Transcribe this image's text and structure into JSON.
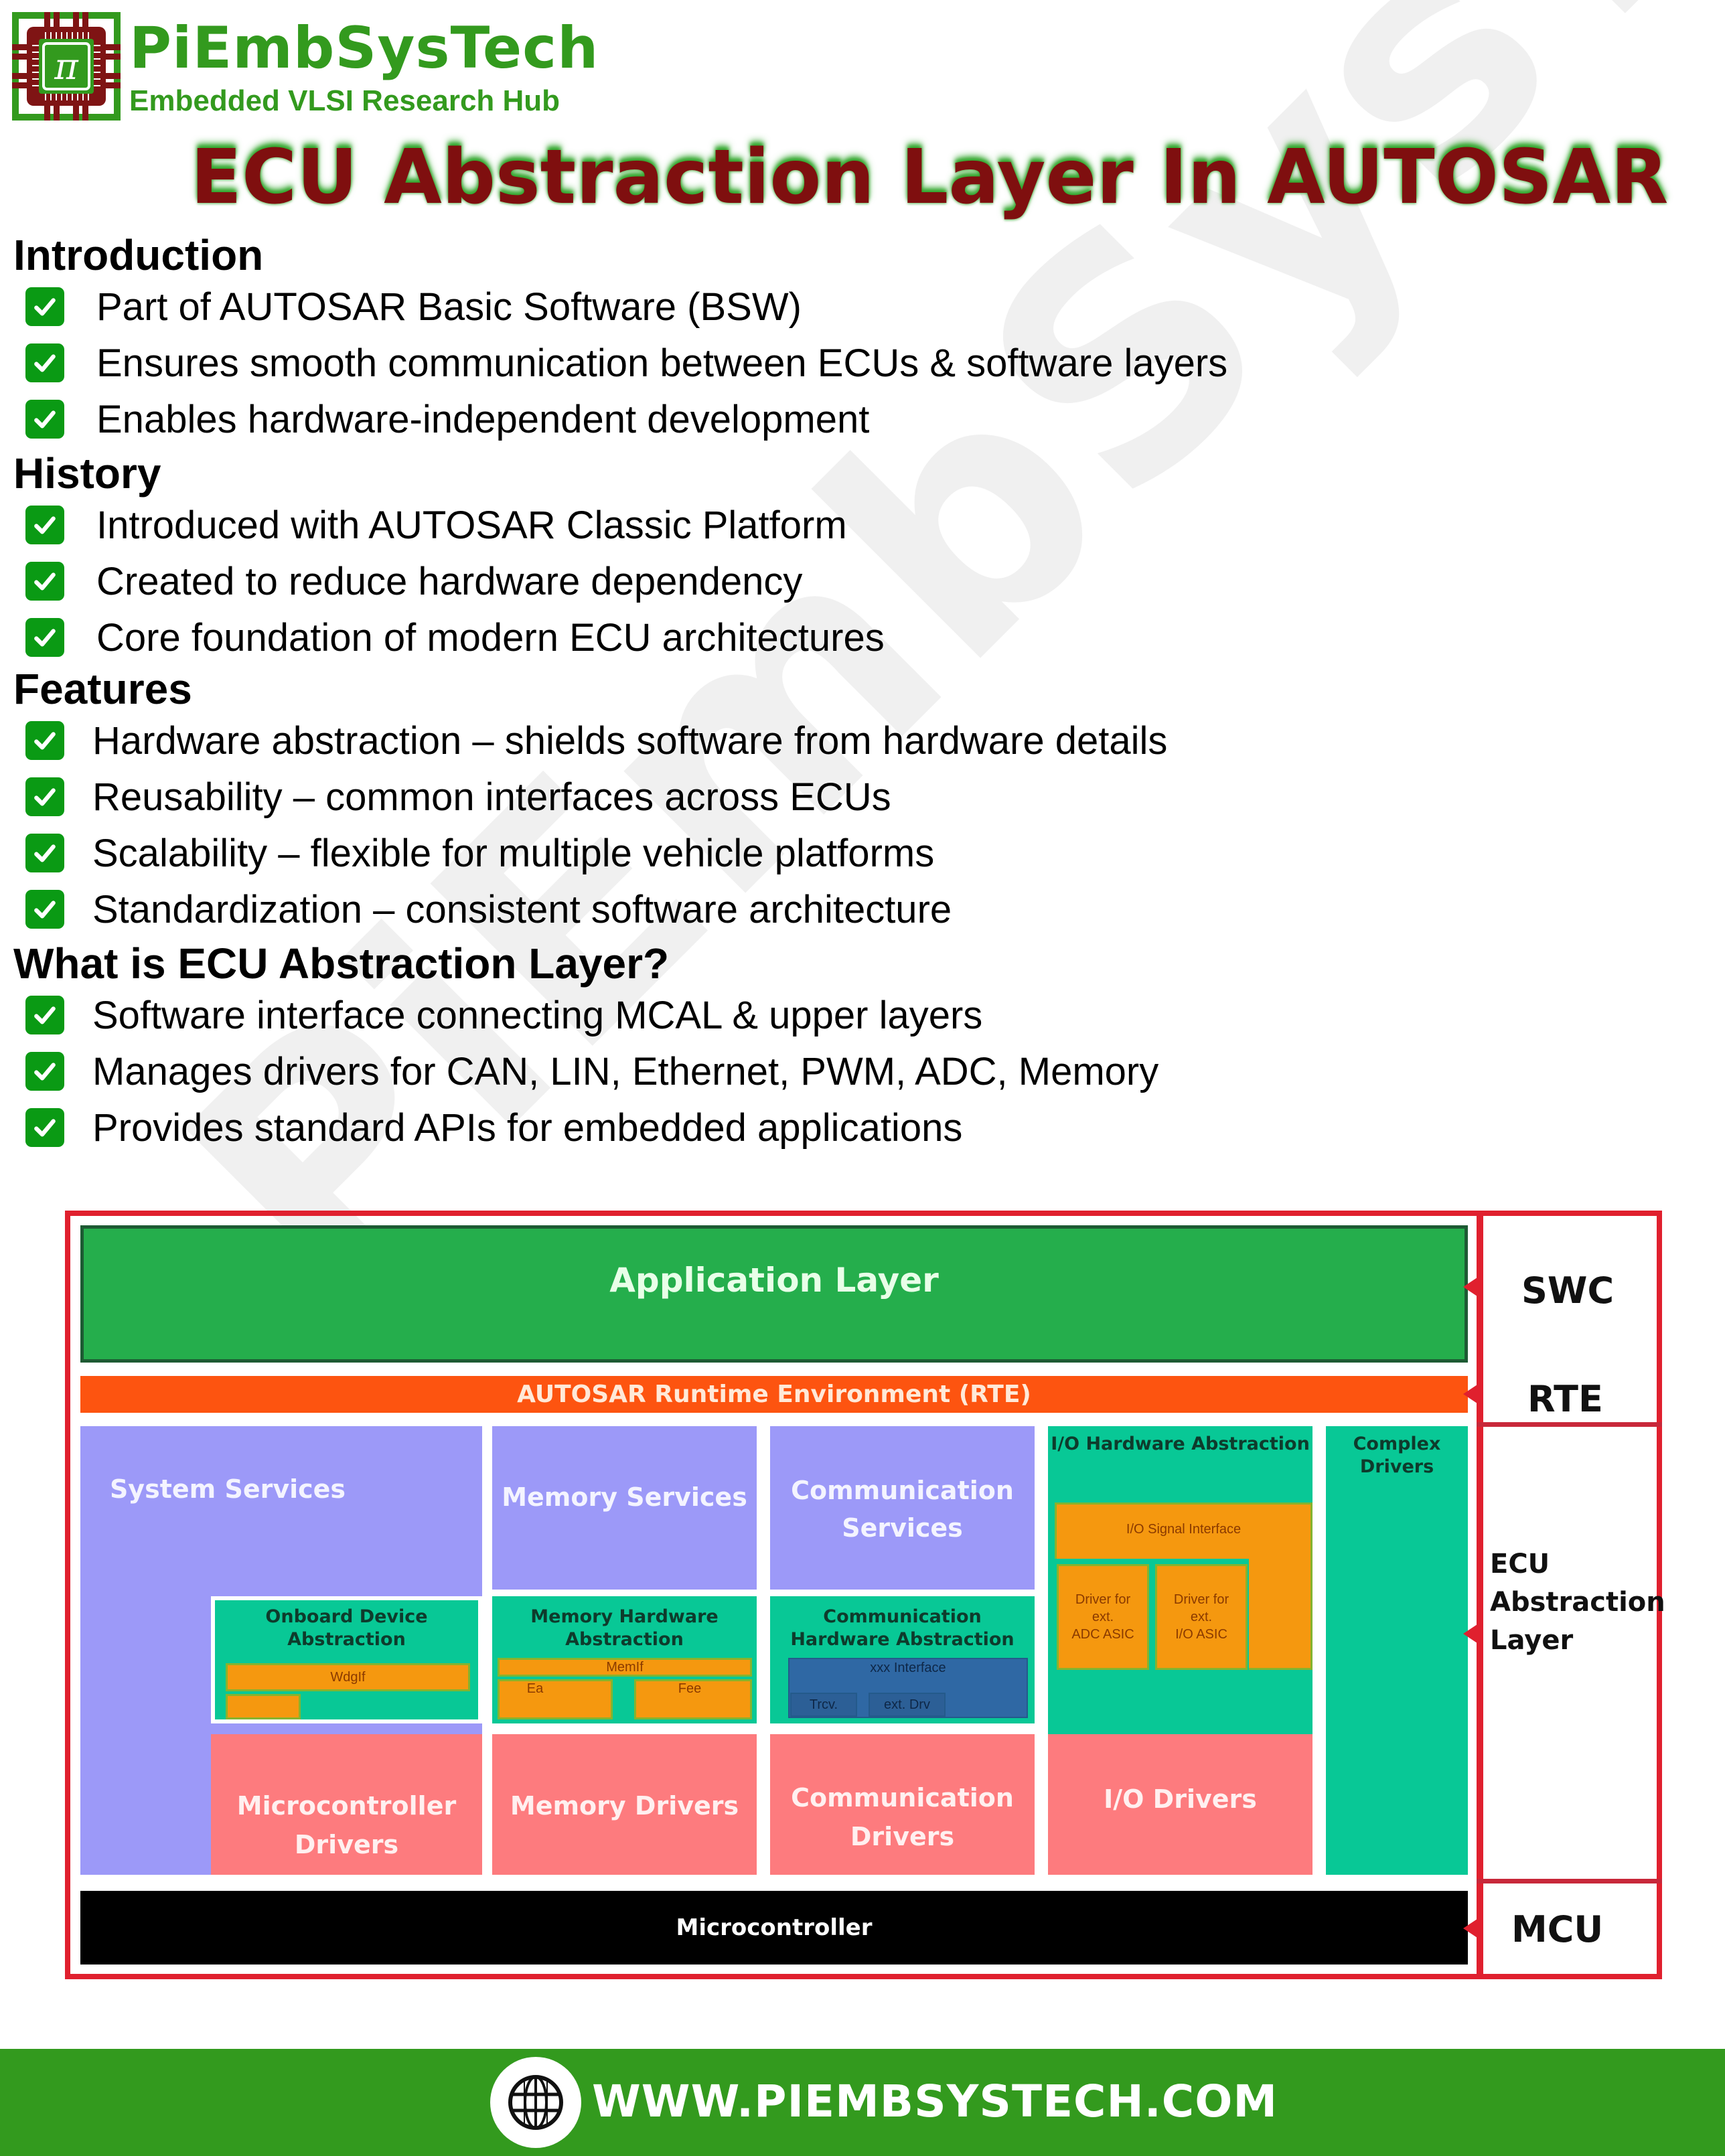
{
  "brand": {
    "name": "PiEmbSysTech",
    "tagline": "Embedded VLSI Research Hub",
    "logo_icon": "pi-chip-icon",
    "primary_color": "#339a1e",
    "accent_color": "#7f0f0f"
  },
  "watermark": "PiEmbSysTech",
  "title": "ECU Abstraction Layer In AUTOSAR",
  "sections": [
    {
      "heading": "Introduction",
      "items": [
        "Part of AUTOSAR Basic Software (BSW)",
        "Ensures smooth communication between ECUs & software layers",
        "Enables hardware-independent development"
      ]
    },
    {
      "heading": "History",
      "items": [
        "Introduced with AUTOSAR Classic Platform",
        "Created to reduce hardware dependency",
        "Core foundation of modern ECU architectures"
      ]
    },
    {
      "heading": "Features",
      "items": [
        "Hardware abstraction – shields software from hardware details",
        "Reusability – common interfaces across ECUs",
        "Scalability – flexible for multiple vehicle platforms",
        "Standardization – consistent software architecture"
      ]
    },
    {
      "heading": "What is ECU Abstraction Layer?",
      "items": [
        "Software interface connecting MCAL & upper layers",
        "Manages drivers for CAN, LIN, Ethernet, PWM, ADC, Memory",
        "Provides standard APIs for embedded applications"
      ]
    }
  ],
  "diagram": {
    "application_layer": "Application Layer",
    "rte": "AUTOSAR Runtime Environment (RTE)",
    "services": {
      "system": "System Services",
      "memory": "Memory Services",
      "communication": [
        "Communication",
        "Services"
      ]
    },
    "io_hw_abstraction": {
      "title": "I/O Hardware Abstraction",
      "signal_interface": "I/O Signal Interface",
      "adc_driver": [
        "Driver for",
        "ext.",
        "ADC ASIC"
      ],
      "io_driver": [
        "Driver for",
        "ext.",
        "I/O ASIC"
      ]
    },
    "complex_drivers": [
      "Complex",
      "Drivers"
    ],
    "onboard_device_abstraction": {
      "title": [
        "Onboard Device",
        "Abstraction"
      ],
      "wdgif": "WdgIf"
    },
    "memory_hw_abstraction": {
      "title": [
        "Memory Hardware",
        "Abstraction"
      ],
      "memif": "MemIf",
      "ea": "Ea",
      "fee": "Fee"
    },
    "comm_hw_abstraction": {
      "title": [
        "Communication",
        "Hardware Abstraction"
      ],
      "interface": "xxx Interface",
      "trcv": "Trcv.",
      "ext_drv": "ext. Drv"
    },
    "drivers": {
      "microcontroller": [
        "Microcontroller",
        "Drivers"
      ],
      "memory": "Memory Drivers",
      "communication": [
        "Communication",
        "Drivers"
      ],
      "io": "I/O Drivers"
    },
    "microcontroller": "Microcontroller",
    "side_labels": {
      "swc": "SWC",
      "rte": "RTE",
      "ecu": [
        "ECU",
        "Abstraction",
        "Layer"
      ],
      "mcu": "MCU"
    },
    "colors": {
      "frame": "#e0202e",
      "application": "#25ae4c",
      "rte": "#fd5410",
      "services": "#9c99f8",
      "hw_abstraction": "#08c896",
      "component": "#f5980f",
      "comm_component": "#2f68a4",
      "drivers": "#fd7b7e",
      "microcontroller": "#000000"
    }
  },
  "footer": {
    "url": "WWW.PIEMBSYSTECH.COM",
    "icon": "globe-icon"
  }
}
